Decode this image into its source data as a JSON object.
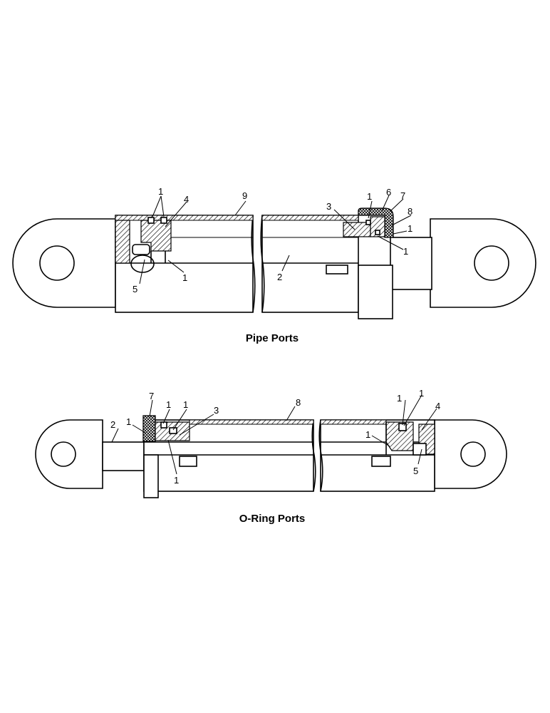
{
  "diagrams": [
    {
      "title": "Pipe Ports",
      "callouts": [
        "1",
        "9",
        "4",
        "1",
        "6",
        "7",
        "3",
        "8",
        "1",
        "1",
        "5",
        "1",
        "2"
      ]
    },
    {
      "title": "O-Ring Ports",
      "callouts": [
        "7",
        "1",
        "1",
        "3",
        "8",
        "1",
        "1",
        "4",
        "2",
        "1",
        "1",
        "1",
        "5"
      ]
    }
  ]
}
